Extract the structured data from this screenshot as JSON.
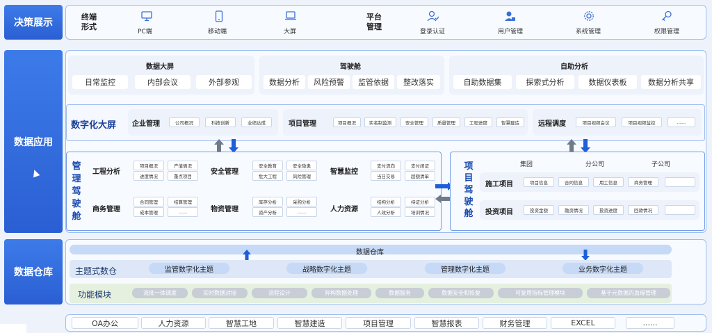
{
  "sections": {
    "decision": "决策展示",
    "application": "数据应用",
    "warehouse": "数据仓库"
  },
  "decision_row": {
    "terminal_label": "终端\n形式",
    "terminals": [
      {
        "label": "PC端",
        "icon": "monitor-icon"
      },
      {
        "label": "移动端",
        "icon": "mobile-icon"
      },
      {
        "label": "大屏",
        "icon": "laptop-icon"
      }
    ],
    "platform_label": "平台\n管理",
    "platform_items": [
      {
        "label": "登录认证",
        "icon": "user-check-icon"
      },
      {
        "label": "用户管理",
        "icon": "user-lock-icon"
      },
      {
        "label": "系统管理",
        "icon": "gear-icon"
      },
      {
        "label": "权限管理",
        "icon": "key-icon"
      }
    ]
  },
  "top_groups": [
    {
      "title": "数据大屏",
      "items": [
        "日常监控",
        "内部会议",
        "外部参观"
      ]
    },
    {
      "title": "驾驶舱",
      "items": [
        "数据分析",
        "风险预警",
        "监管依据",
        "整改落实"
      ]
    },
    {
      "title": "自助分析",
      "items": [
        "自助数据集",
        "探索式分析",
        "数据仪表板",
        "数据分析共享"
      ]
    }
  ],
  "digital_screen": {
    "title": "数字化大屏",
    "enterprise": {
      "label": "企业管理",
      "chips": [
        "公司概况",
        "科技创新",
        "业绩达成"
      ]
    },
    "project": {
      "label": "项目管理",
      "chips": [
        "项目概况",
        "实名制监测",
        "安全管理",
        "质量管理",
        "工程进度",
        "智慧建造"
      ]
    },
    "remote": {
      "label": "远程调度",
      "chips": [
        "项目视频会议",
        "项目视频监控",
        "......"
      ]
    }
  },
  "mgmt_cockpit": {
    "title": "管理驾驶舱",
    "groups": [
      {
        "label": "工程分析",
        "chips": [
          "项目概况",
          "产值情况",
          "进度情况",
          "重点项目"
        ]
      },
      {
        "label": "安全管理",
        "chips": [
          "安全教育",
          "安全隐患",
          "危大工程",
          "风险管理"
        ]
      },
      {
        "label": "智慧监控",
        "chips": [
          "支付流向",
          "支付闭证",
          "当日交易",
          "超额清单"
        ]
      },
      {
        "label": "商务管理",
        "chips": [
          "合同管理",
          "结算管理",
          "成本管理",
          "......"
        ]
      },
      {
        "label": "物资管理",
        "chips": [
          "库存分析",
          "采购分析",
          "资产分析",
          "......"
        ]
      },
      {
        "label": "人力资源",
        "chips": [
          "结构分析",
          "持证分析",
          "人效分析",
          "培训情况"
        ]
      }
    ]
  },
  "project_cockpit": {
    "title": "项目驾驶舱",
    "headers": [
      "集团",
      "分公司",
      "子公司"
    ],
    "rows": [
      {
        "label": "施工项目",
        "chips": [
          "项目信息",
          "合同信息",
          "用工信息",
          "商务管理",
          ""
        ]
      },
      {
        "label": "投资项目",
        "chips": [
          "投资金额",
          "融资情况",
          "投资进度",
          "回款情况",
          ""
        ]
      }
    ]
  },
  "warehouse": {
    "header": "数据仓库",
    "theme_label": "主题式数仓",
    "themes": [
      "监管数字化主题",
      "战略数字化主题",
      "管理数字化主题",
      "业务数字化主题"
    ],
    "function_label": "功能模块",
    "functions": [
      "流批一体调度",
      "实时数据对接",
      "流程设计",
      "异构数据处理",
      "数据服务",
      "数据安全和恢复",
      "可复用指标管理模块",
      "基于元数据的血缘管理"
    ]
  },
  "bottom_row": [
    "OA办公",
    "人力资源",
    "智慧工地",
    "智慧建造",
    "项目管理",
    "智慧报表",
    "财务管理",
    "EXCEL",
    "......"
  ],
  "colors": {
    "side_bg": "#2f68da",
    "accent": "#3b6fd8",
    "arrow_blue": "#1e5ed8",
    "arrow_gray": "#6f7b8a"
  }
}
